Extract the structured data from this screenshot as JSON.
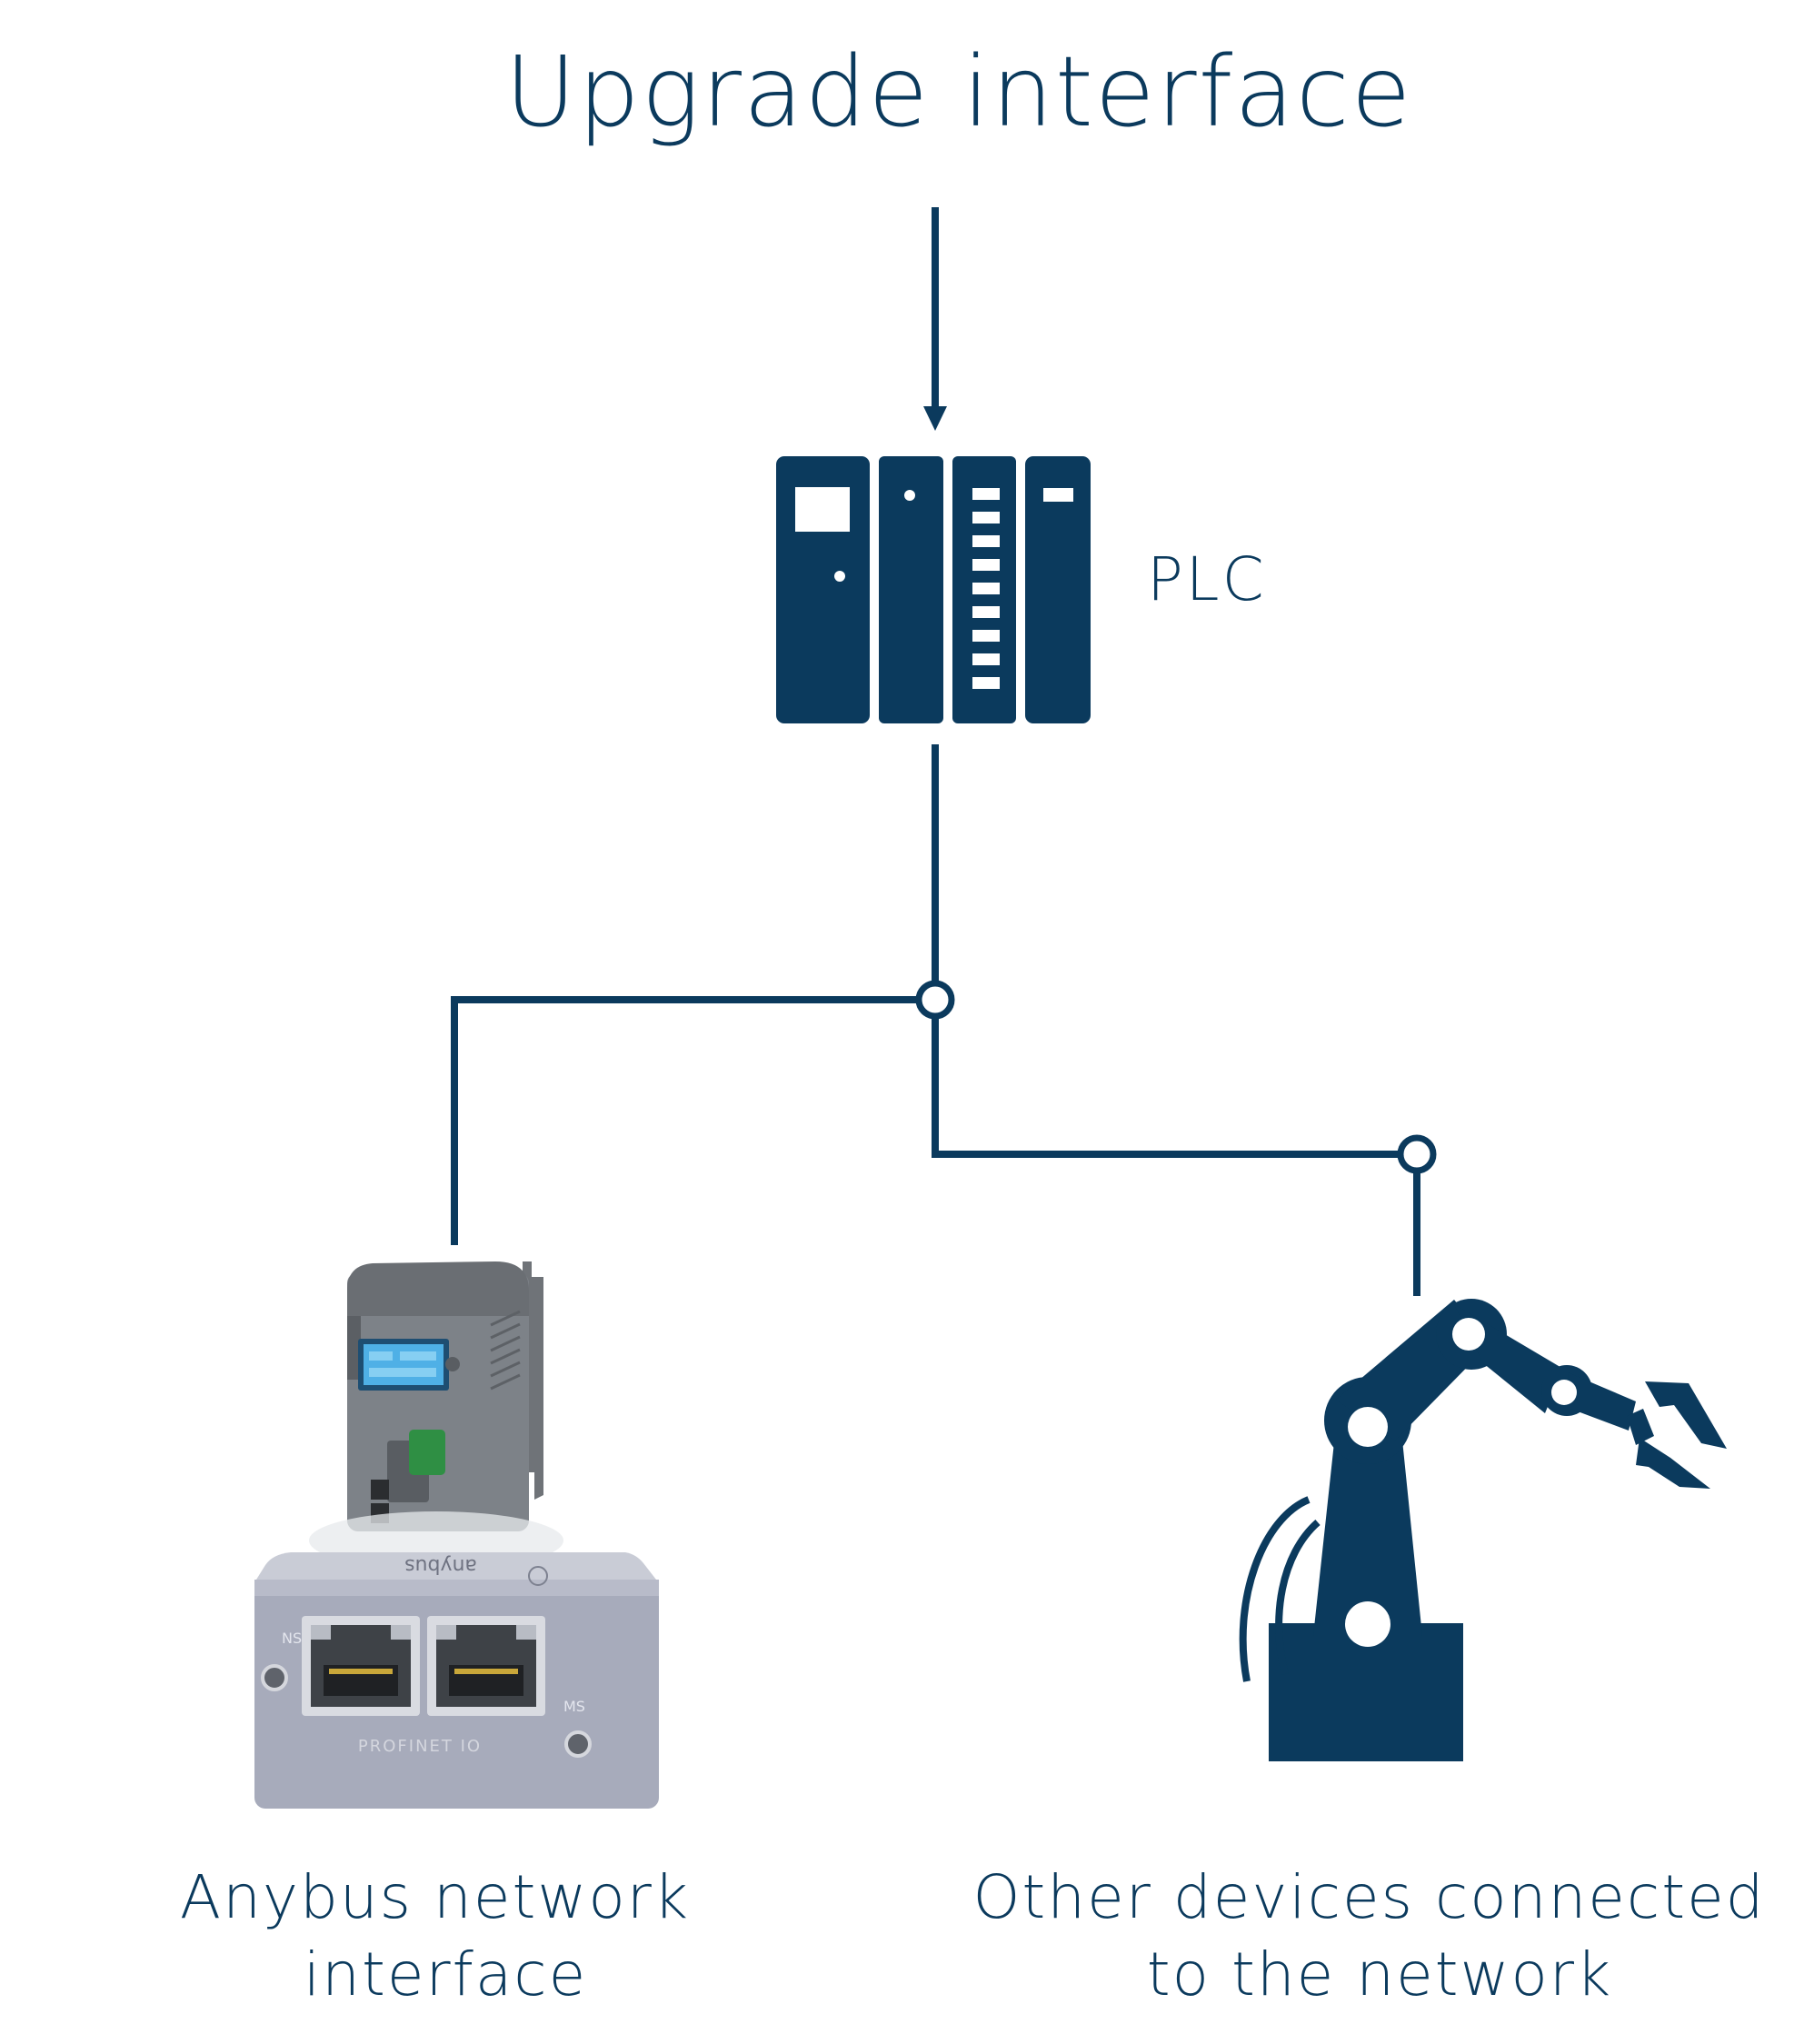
{
  "title": "Upgrade interface",
  "plc_label": "PLC",
  "anybus_label": {
    "line1": "Anybus network",
    "line2": "interface"
  },
  "other_devices_label": {
    "line1": "Other devices connected",
    "line2": "to the network"
  },
  "module_text": "PROFINET IO",
  "module_logo_text": "anybus",
  "module_status_labels": [
    "NS",
    "MS"
  ],
  "colors": {
    "primary": "#0b3a5d",
    "background": "#ffffff",
    "device_gray": "#7d8288",
    "screen_blue": "#4fb0e6",
    "module_gray": "#a7abbb",
    "port_green": "#2f8f44"
  },
  "icons": [
    "arrow-down-icon",
    "plc-icon",
    "robot-arm-icon",
    "network-node-icon",
    "anybus-device-image"
  ]
}
